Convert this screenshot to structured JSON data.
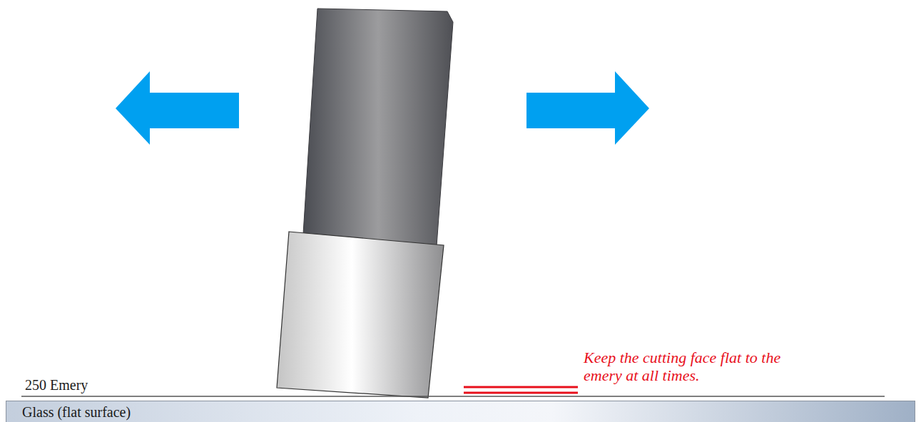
{
  "diagram": {
    "nodes": [
      {
        "text": [
          "Glass (flat surface)"
        ]
      }
    ],
    "labels": [
      "250 Emery",
      "Keep the cutting face flat to the emery at all times."
    ]
  }
}
